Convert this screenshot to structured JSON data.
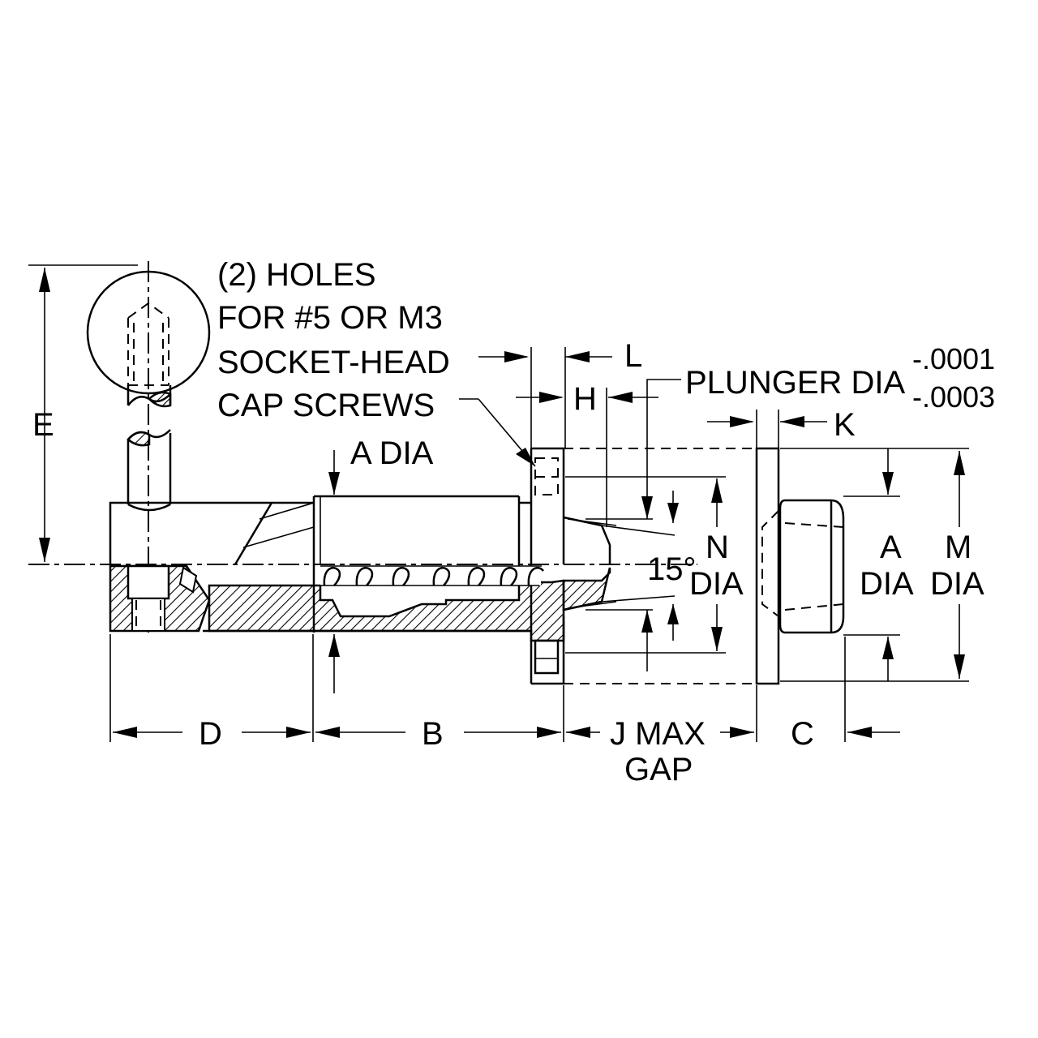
{
  "notes": {
    "holes_line1": "(2) HOLES",
    "holes_line2": "FOR #5 OR M3",
    "holes_line3": "SOCKET-HEAD",
    "holes_line4": "CAP SCREWS",
    "plunger_dia": "PLUNGER DIA",
    "tol_plus": "-.0001",
    "tol_minus": "-.0003",
    "angle": "15°"
  },
  "dimensions": {
    "E": "E",
    "A_dia": "A DIA",
    "L": "L",
    "H": "H",
    "K": "K",
    "N": "N",
    "N_dia": "DIA",
    "A": "A",
    "A_dia2": "DIA",
    "M": "M",
    "M_dia": "DIA",
    "D": "D",
    "B": "B",
    "J_max": "J MAX",
    "gap": "GAP",
    "C": "C"
  }
}
